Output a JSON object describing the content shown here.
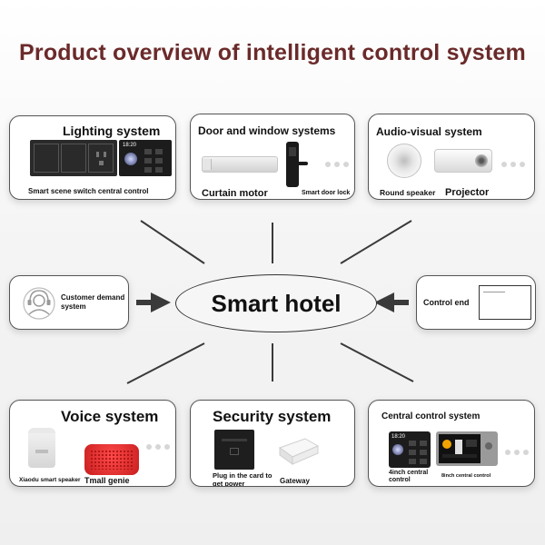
{
  "title": "Product overview of intelligent control system",
  "center_label": "Smart hotel",
  "lighting": {
    "title": "Lighting system",
    "label": "Smart scene switch central control",
    "screen_time": "18:20"
  },
  "door": {
    "title": "Door and window systems",
    "label_curtain": "Curtain motor",
    "label_lock": "Smart door lock"
  },
  "audio": {
    "title": "Audio-visual system",
    "label_speaker": "Round speaker",
    "label_projector": "Projector"
  },
  "customer": {
    "label": "Customer demand system"
  },
  "control": {
    "label": "Control end"
  },
  "voice": {
    "title": "Voice system",
    "label_xiaodu": "Xiaodu smart speaker",
    "label_tmall": "Tmall genie"
  },
  "security": {
    "title": "Security system",
    "label_card": "Plug in the card to get power",
    "label_gateway": "Gateway"
  },
  "central": {
    "title": "Central control system",
    "label_4inch": "4inch central control",
    "label_8inch": "8inch central control",
    "screen_time": "18:20"
  },
  "colors": {
    "title": "#6b2a2a",
    "tmall_red": "#e32626",
    "arrow": "#3a3a3a"
  }
}
